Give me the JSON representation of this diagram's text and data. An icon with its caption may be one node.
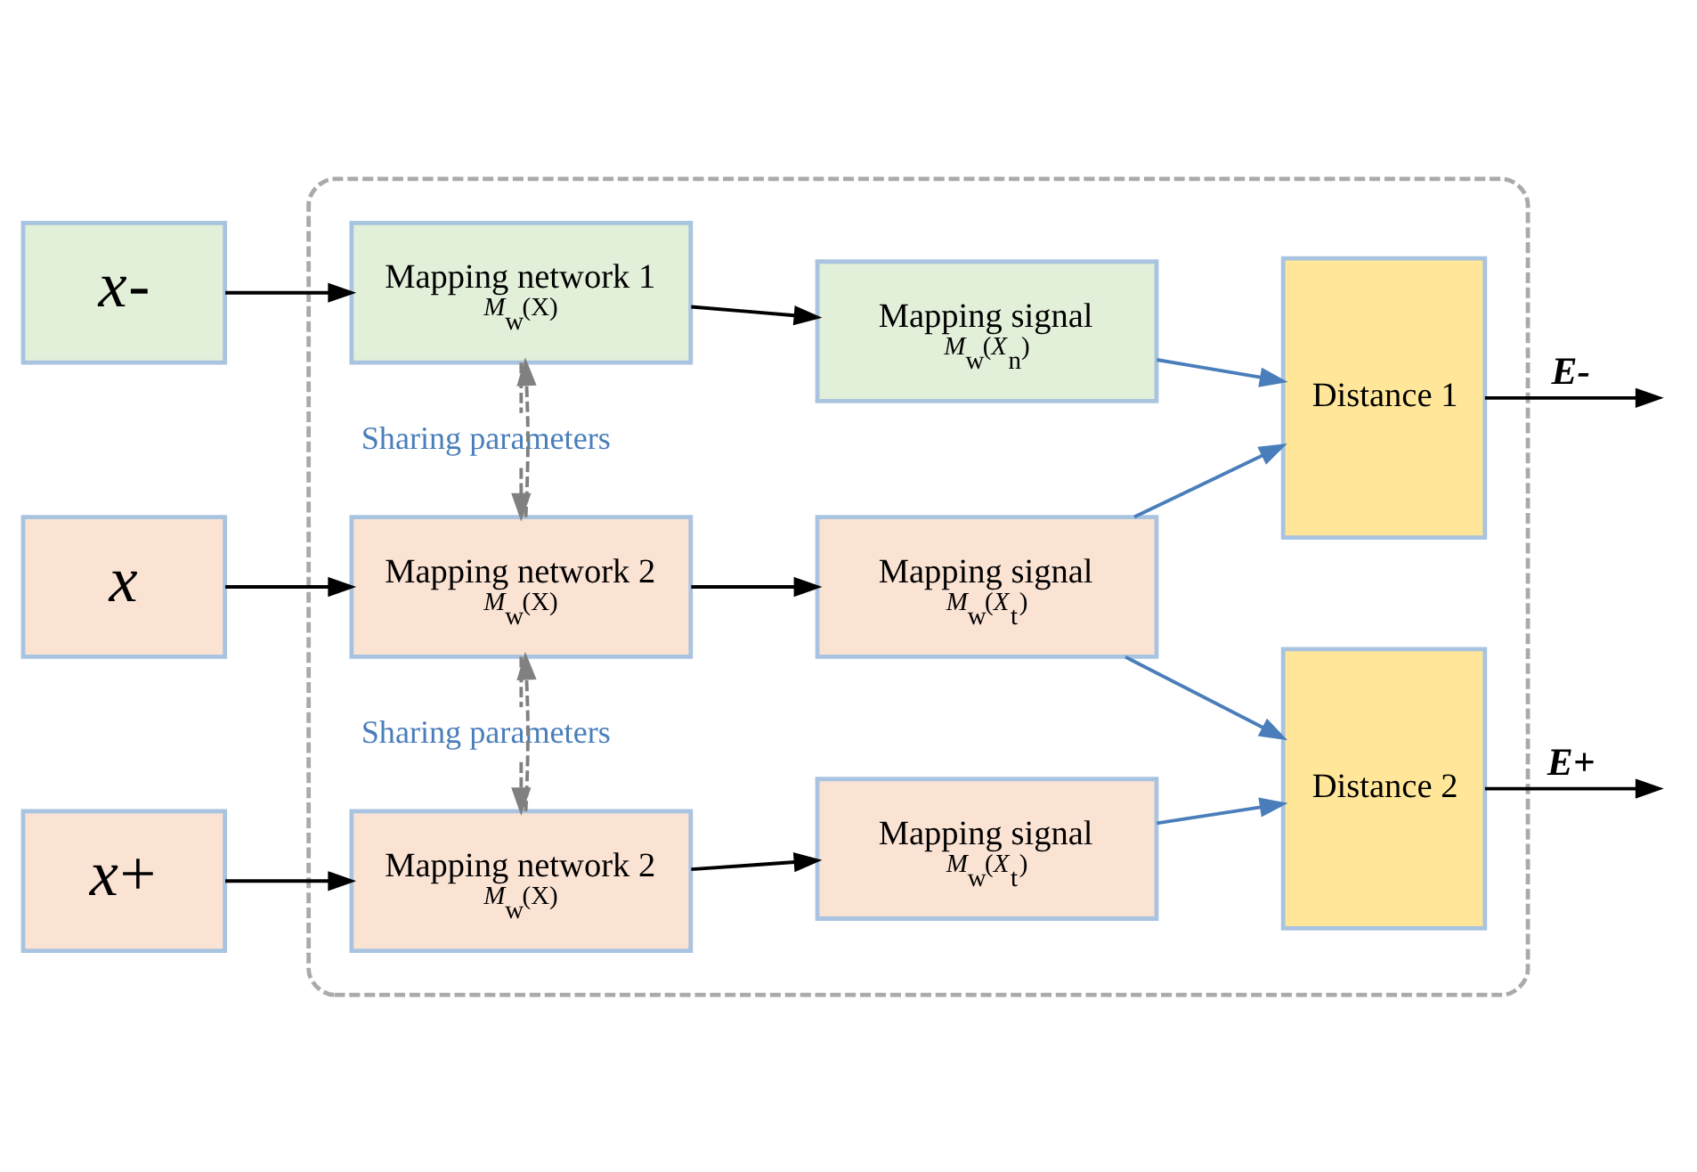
{
  "diagram": {
    "nodes": [
      {
        "text": [],
        "shape": "box"
      },
      {
        "text": [
          "*x*-"
        ]
      },
      {
        "text": [
          "Mapping network 1",
          "*M*$_{w}$(X)"
        ],
        "in": 0
      },
      {
        "text": [
          "Mapping signal",
          "*M*$_{w}$(*X*$_{n}$)"
        ],
        "in": 0
      },
      {
        "text": [
          "*x*"
        ]
      },
      {
        "text": [
          "Mapping network 2",
          "*M*$_{w}$(X)"
        ],
        "in": 0
      },
      {
        "text": [
          "Mapping signal",
          "*M*$_{w}$(*X*$_{t}$)"
        ],
        "in": 0
      },
      {
        "text": [
          "*x*+"
        ]
      },
      {
        "text": [
          "Mapping network 2",
          "*M*$_{w}$(X)"
        ],
        "in": 0
      },
      {
        "text": [
          "Mapping signal",
          "*M*$_{w}$(*X*$_{t}$)"
        ],
        "in": 0
      },
      {
        "text": [
          "Distance 1"
        ],
        "in": 0
      },
      {
        "text": [
          "Distance 2"
        ],
        "in": 0
      }
    ],
    "edges": [
      {
        "from": 1,
        "to": 2,
        "arrow": "to"
      },
      {
        "from": 2,
        "to": 3,
        "arrow": "to"
      },
      {
        "from": 5,
        "to": 2,
        "arrow": "to",
        "style": "dashed",
        "color": "#808080"
      },
      {
        "from": 2,
        "to": 5,
        "arrow": "to",
        "style": "dashed",
        "color": "#808080",
        "label": "Sharing parameters"
      },
      {
        "from": 4,
        "to": 5,
        "arrow": "to"
      },
      {
        "from": 5,
        "to": 6,
        "arrow": "to"
      },
      {
        "from": 8,
        "to": 5,
        "arrow": "to",
        "style": "dashed",
        "color": "#808080"
      },
      {
        "from": 5,
        "to": 8,
        "arrow": "to",
        "style": "dashed",
        "color": "#808080",
        "label": "Sharing parameters"
      },
      {
        "from": 7,
        "to": 8,
        "arrow": "to"
      },
      {
        "from": 8,
        "to": 9,
        "arrow": "to"
      },
      {
        "from": 3,
        "to": 10,
        "arrow": "to",
        "color": "#4a7ebb"
      },
      {
        "from": 6,
        "to": 10,
        "arrow": "to",
        "color": "#4a7ebb"
      },
      {
        "from": 6,
        "to": 11,
        "arrow": "to",
        "color": "#4a7ebb"
      },
      {
        "from": 9,
        "to": 11,
        "arrow": "to",
        "color": "#4a7ebb"
      },
      {
        "from": 10,
        "to": null,
        "arrow": "to",
        "label": "E-"
      },
      {
        "from": 11,
        "to": null,
        "arrow": "to",
        "label": "E+"
      }
    ]
  }
}
